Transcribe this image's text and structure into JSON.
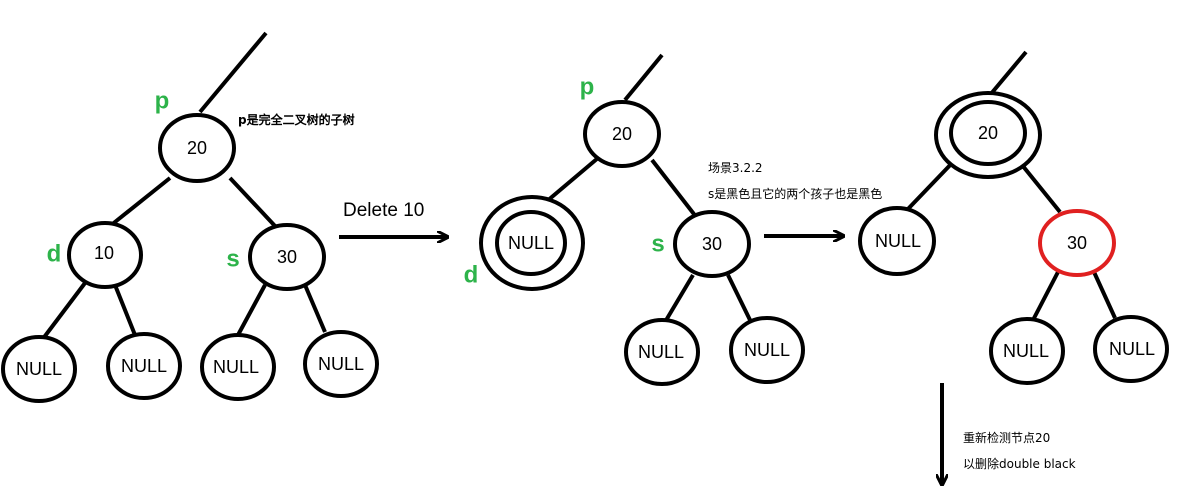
{
  "tree1": {
    "nodes": {
      "p": "20",
      "d": "10",
      "s": "30",
      "n1": "NULL",
      "n2": "NULL",
      "n3": "NULL",
      "n4": "NULL"
    },
    "labels": {
      "p": "p",
      "d": "d",
      "s": "s"
    },
    "note": "p是完全二叉树的子树"
  },
  "operation": "Delete 10",
  "tree2": {
    "nodes": {
      "p": "20",
      "d": "NULL",
      "s": "30",
      "n1": "NULL",
      "n2": "NULL"
    },
    "labels": {
      "p": "p",
      "d": "d",
      "s": "s"
    },
    "note_line1": "场景3.2.2",
    "note_line2": "s是黑色且它的两个孩子也是黑色"
  },
  "tree3": {
    "nodes": {
      "p": "20",
      "d": "NULL",
      "s": "30",
      "n1": "NULL",
      "n2": "NULL"
    },
    "red_color": "#e02020"
  },
  "footer": {
    "line1": "重新检测节点20",
    "line2": "以删除double black"
  }
}
